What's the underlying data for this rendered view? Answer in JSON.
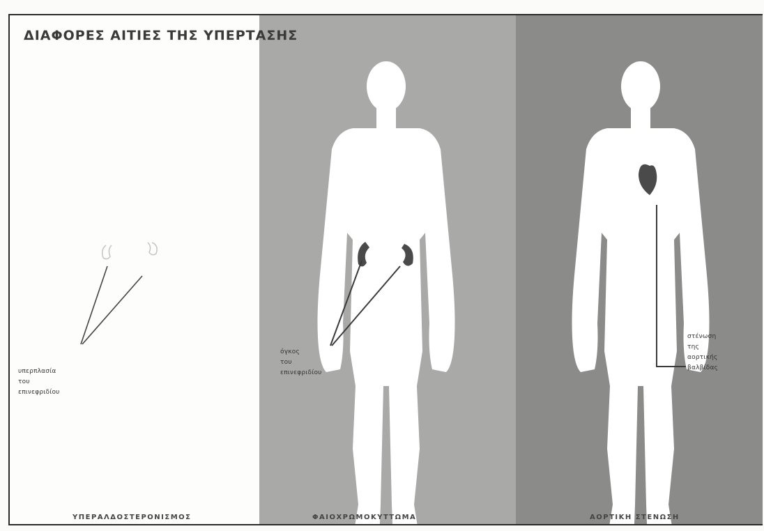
{
  "title": "ΔΙΑΦΟΡΕΣ ΑΙΤΙΕΣ ΤΗΣ ΥΠΕΡΤΑΣΗΣ",
  "panels": [
    {
      "caption": "ΥΠΕΡΑΛΔΟΣΤΕΡΟΝΙΣΜΟΣ",
      "label": "υπερπλασία\nτου\nεπινεφριδίου"
    },
    {
      "caption": "ΦΑΙΟΧΡΩΜΟΚΥΤΤΩΜΑ",
      "label": "όγκος\nτου\nεπινεφριδίου"
    },
    {
      "caption": "ΑΟΡΤΙΚΗ ΣΤΕΝΩΣΗ",
      "label": "στένωση\nτης\nαορτικής\nβαλβίδας"
    }
  ],
  "colors": {
    "panel1": "#fdfdfb",
    "panel2": "#a9a9a7",
    "panel3": "#8b8b89",
    "organ": "#4a4a4a"
  }
}
